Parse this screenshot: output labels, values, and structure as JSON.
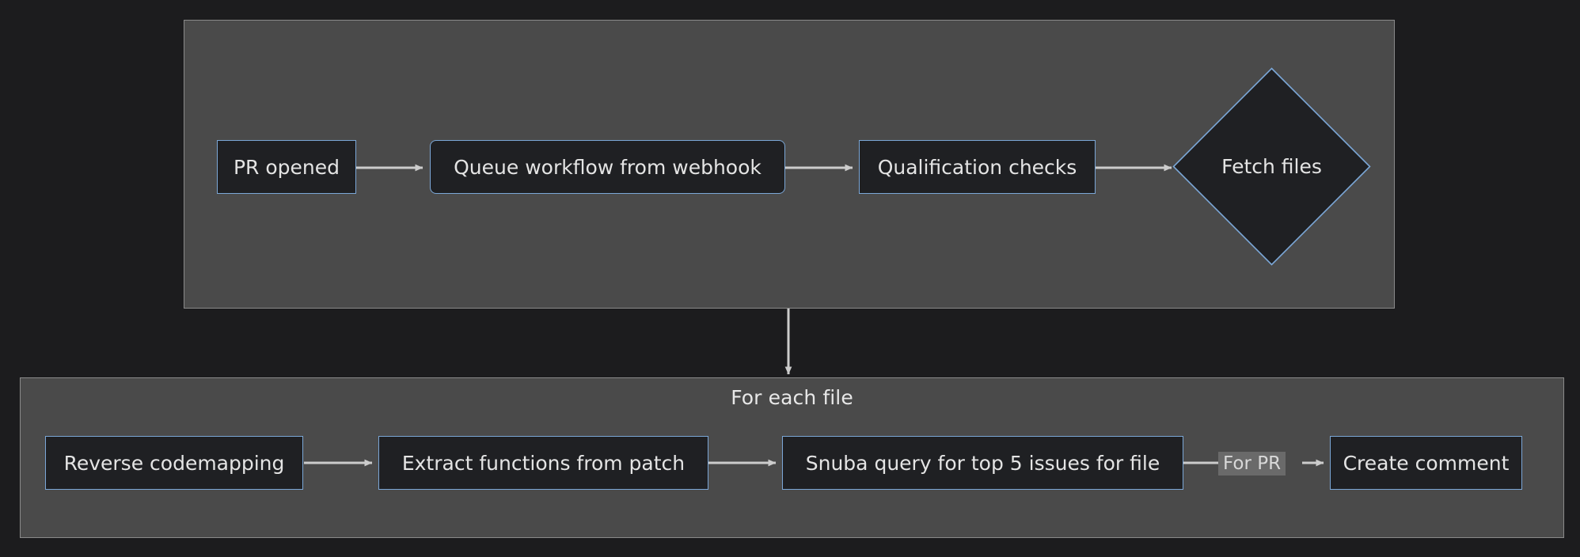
{
  "diagram": {
    "type": "flowchart",
    "direction": "left-to-right",
    "background_color": "#1c1c1e",
    "node_fill_color": "#1f2023",
    "node_border_color": "#7ba7d7",
    "subgraph_fill_color": "#4a4a4a",
    "subgraph_border_color": "#8a8a8a",
    "edge_color": "#cccccc",
    "text_color": "#e4e4e4"
  },
  "subgraphs": [
    {
      "id": "top",
      "label": ""
    },
    {
      "id": "bottom",
      "label": "For each file"
    }
  ],
  "nodes": [
    {
      "id": "pr-opened",
      "label": "PR opened",
      "shape": "rect"
    },
    {
      "id": "queue-workflow",
      "label": "Queue workflow from webhook",
      "shape": "rounded-rect"
    },
    {
      "id": "qualification-checks",
      "label": "Qualification checks",
      "shape": "rect"
    },
    {
      "id": "fetch-files",
      "label": "Fetch files",
      "shape": "diamond"
    },
    {
      "id": "reverse-codemapping",
      "label": "Reverse codemapping",
      "shape": "rect"
    },
    {
      "id": "extract-functions",
      "label": "Extract functions from patch",
      "shape": "rect"
    },
    {
      "id": "snuba-query",
      "label": "Snuba query for top 5 issues for file",
      "shape": "rect"
    },
    {
      "id": "create-comment",
      "label": "Create comment",
      "shape": "rect"
    }
  ],
  "edges": [
    {
      "from": "pr-opened",
      "to": "queue-workflow",
      "label": ""
    },
    {
      "from": "queue-workflow",
      "to": "qualification-checks",
      "label": ""
    },
    {
      "from": "qualification-checks",
      "to": "fetch-files",
      "label": ""
    },
    {
      "from": "top",
      "to": "bottom",
      "label": ""
    },
    {
      "from": "reverse-codemapping",
      "to": "extract-functions",
      "label": ""
    },
    {
      "from": "extract-functions",
      "to": "snuba-query",
      "label": ""
    },
    {
      "from": "snuba-query",
      "to": "create-comment",
      "label": "For PR"
    }
  ]
}
